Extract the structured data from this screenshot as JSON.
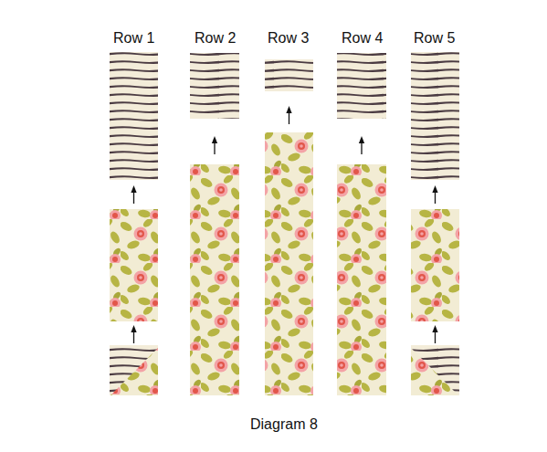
{
  "diagram": {
    "caption": "Diagram 8",
    "labels": [
      "Row 1",
      "Row 2",
      "Row 3",
      "Row 4",
      "Row 5"
    ]
  }
}
